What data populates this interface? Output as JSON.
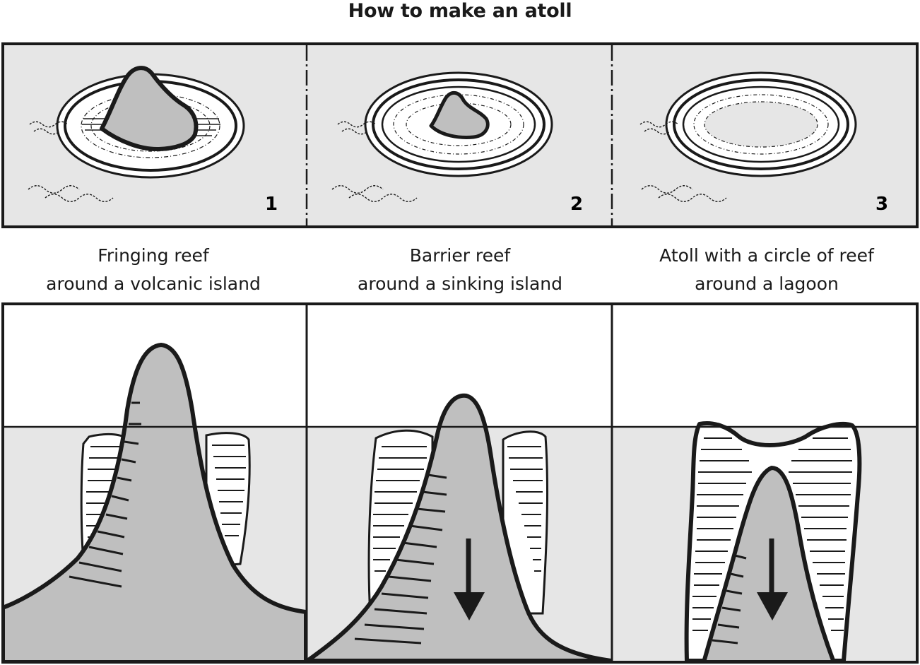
{
  "title": "How to make an atoll",
  "panels": [
    {
      "number": "1",
      "caption_line1": "Fringing reef",
      "caption_line2": "around a volcanic island"
    },
    {
      "number": "2",
      "caption_line1": "Barrier reef",
      "caption_line2": "around a sinking island"
    },
    {
      "number": "3",
      "caption_line1": "Atoll with a circle of reef",
      "caption_line2": "around a lagoon"
    }
  ],
  "colors": {
    "sea": "#e6e6e6",
    "rock": "#bfbfbf",
    "line": "#1a1a1a",
    "sky": "#ffffff"
  }
}
